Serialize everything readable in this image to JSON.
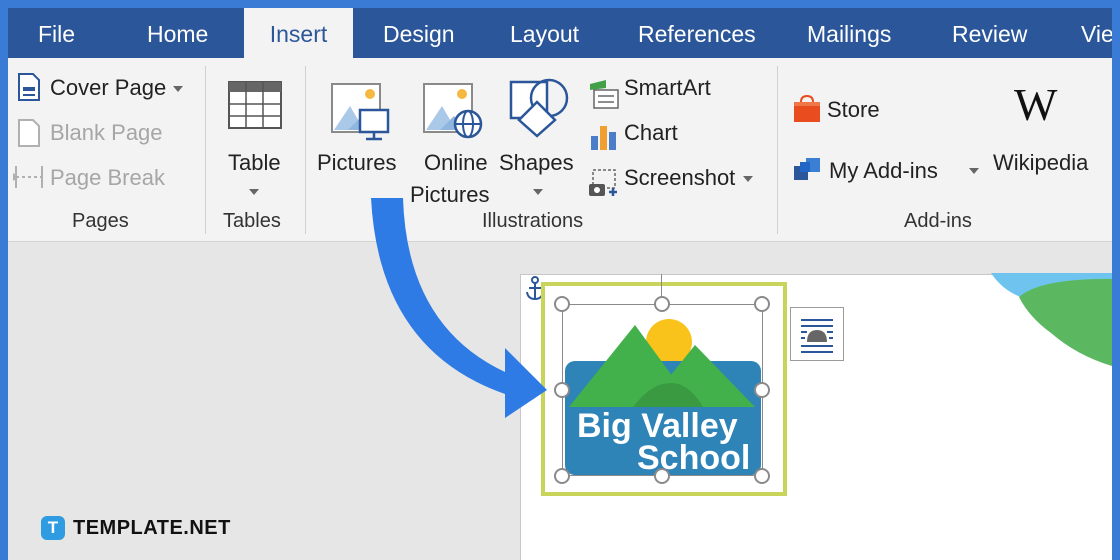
{
  "tabs": [
    "File",
    "Home",
    "Insert",
    "Design",
    "Layout",
    "References",
    "Mailings",
    "Review",
    "Vie"
  ],
  "active_tab": "Insert",
  "pages_group": {
    "label": "Pages",
    "cover_page": "Cover Page",
    "blank_page": "Blank Page",
    "page_break": "Page Break"
  },
  "tables_group": {
    "label": "Tables",
    "table": "Table"
  },
  "illustrations_group": {
    "label": "Illustrations",
    "pictures": "Pictures",
    "online_line1": "Online",
    "online_line2": "Pictures",
    "shapes": "Shapes",
    "smartart": "SmartArt",
    "chart": "Chart",
    "screenshot": "Screenshot"
  },
  "addins_group": {
    "label": "Add-ins",
    "store": "Store",
    "my_addins": "My Add-ins",
    "wikipedia": "Wikipedia",
    "wikipedia_logo": "W"
  },
  "logo": {
    "line1": "Big Valley",
    "line2": "School"
  },
  "brand": {
    "badge": "T",
    "name": "TEMPLATE.NET"
  },
  "colors": {
    "tab_bar": "#2b579a",
    "ribbon": "#f3f3f3",
    "outer_border": "#3a7bd5",
    "arrow": "#2f7be5",
    "selection_frame": "#c8d45a",
    "logo_blue": "#2e83b7",
    "logo_green": "#43b14b",
    "logo_sun": "#f9c31b"
  }
}
